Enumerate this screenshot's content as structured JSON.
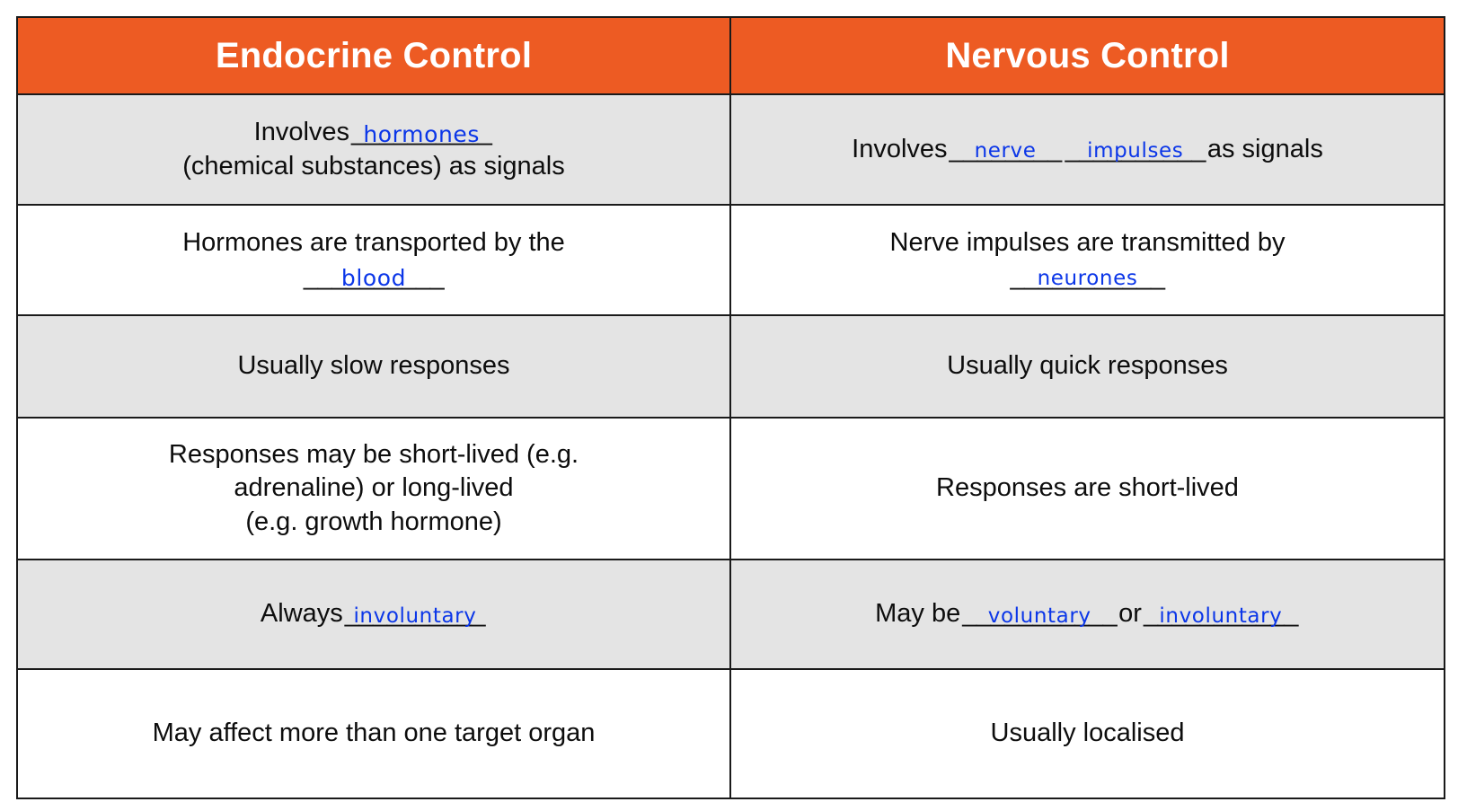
{
  "document": {
    "title": "Endocrine Control vs Nervous Control comparison table",
    "colors": {
      "header_background": "#ED5B23",
      "header_text": "#FFFFFF",
      "shaded_row_background": "#E4E4E4",
      "plain_row_background": "#FFFFFF",
      "border": "#1A1A1A",
      "body_text": "#0D0D0D",
      "handwriting_ink": "#0B36E8"
    }
  },
  "table": {
    "headers": {
      "endocrine": "Endocrine Control",
      "nervous": "Nervous Control"
    },
    "rows": [
      {
        "shaded": true,
        "endocrine": {
          "line1_before": "Involves",
          "blank1": "hormones",
          "blank1_rule": "__________",
          "line2": "(chemical substances) as signals"
        },
        "nervous": {
          "line1_before": "Involves",
          "blank1": "nerve",
          "blank1_rule": "________",
          "blank2": "impulses",
          "blank2_rule": "__________",
          "line1_after": "as signals"
        }
      },
      {
        "shaded": false,
        "endocrine": {
          "line1": "Hormones are transported by the",
          "blank1": "blood",
          "blank1_rule": "__________"
        },
        "nervous": {
          "line1": "Nerve impulses are transmitted by",
          "blank1": "neurones",
          "blank1_rule": "___________"
        }
      },
      {
        "shaded": true,
        "endocrine": {
          "line1": "Usually slow responses"
        },
        "nervous": {
          "line1": "Usually quick responses"
        }
      },
      {
        "shaded": false,
        "endocrine": {
          "line1": "Responses may be short-lived (e.g.",
          "line2": "adrenaline) or long-lived",
          "line3": "(e.g. growth hormone)"
        },
        "nervous": {
          "line1": "Responses are short-lived"
        }
      },
      {
        "shaded": true,
        "endocrine": {
          "line1_before": "Always",
          "blank1": "involuntary",
          "blank1_rule": "__________"
        },
        "nervous": {
          "line1_before": "May be",
          "blank1": "voluntary",
          "blank1_rule": "___________",
          "line1_middle": "or",
          "blank2": "involuntary",
          "blank2_rule": "___________"
        }
      },
      {
        "shaded": false,
        "endocrine": {
          "line1": "May affect more than one target organ"
        },
        "nervous": {
          "line1": "Usually localised"
        }
      }
    ]
  }
}
